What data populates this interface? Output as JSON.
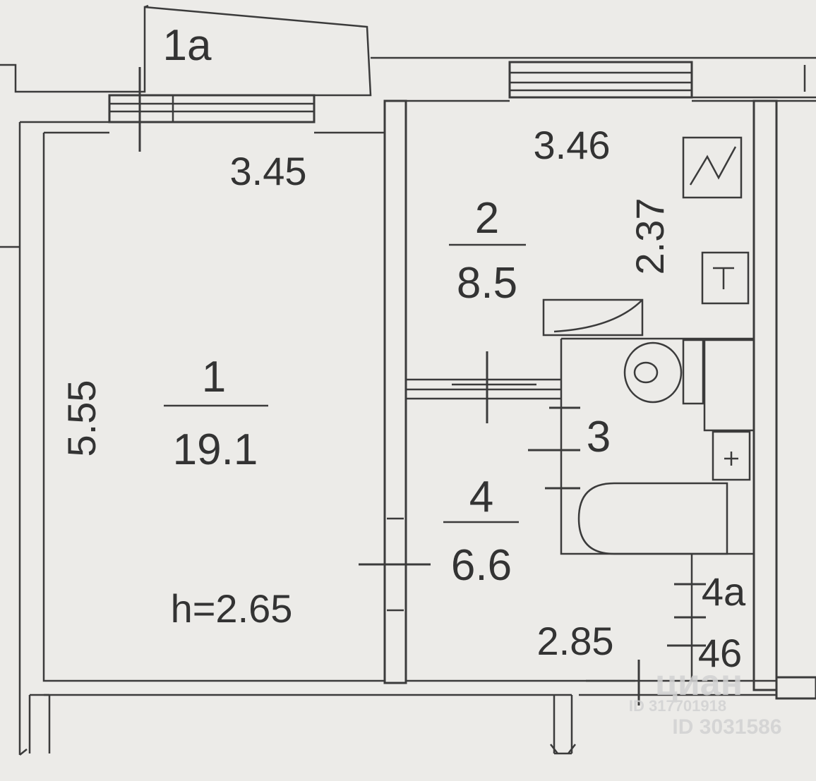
{
  "rooms": [
    {
      "number": "1",
      "area": "19.1"
    },
    {
      "number": "2",
      "area": "8.5"
    },
    {
      "number": "3"
    },
    {
      "number": "4",
      "area": "6.6"
    }
  ],
  "balcony": {
    "label": "1a"
  },
  "small_rooms": {
    "room_4a": "4a",
    "room_4b": "46"
  },
  "dimensions": {
    "room1_width": "3.45",
    "room1_length": "5.55",
    "room2_width": "3.46",
    "room2_length": "2.37",
    "room4_width": "2.85",
    "ceiling_height": "h=2.65"
  },
  "watermark": {
    "brand": "циан",
    "id_1": "ID 317701918",
    "id_2": "ID 3031586"
  },
  "icons": [
    "water-heater-icon",
    "stove-icon",
    "toilet-icon",
    "sink-icon",
    "bathtub-icon",
    "kitchen-sink-icon"
  ]
}
